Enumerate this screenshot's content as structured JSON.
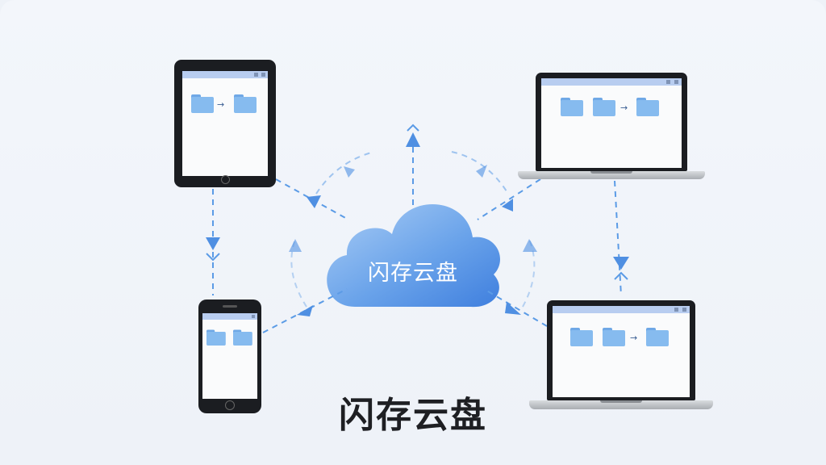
{
  "cloud": {
    "label": "闪存云盘"
  },
  "caption": "闪存云盘",
  "devices": [
    {
      "id": "tablet",
      "type": "tablet",
      "folders": 2,
      "transfer_arrows": 1
    },
    {
      "id": "phone",
      "type": "smartphone",
      "folders": 2,
      "transfer_arrows": 0
    },
    {
      "id": "laptop-top",
      "type": "laptop",
      "folders": 3,
      "transfer_arrows": 1
    },
    {
      "id": "laptop-bottom",
      "type": "laptop",
      "folders": 3,
      "transfer_arrows": 1
    }
  ],
  "icons": {
    "folder": "folder-icon",
    "transfer": "right-arrow-icon",
    "sync": "dashed-arrow-icon",
    "cloud": "cloud-icon"
  },
  "colors": {
    "background": "#eef2f8",
    "cloud_light": "#aacdf5",
    "cloud_dark": "#4a86e0",
    "link": "#5b9be6",
    "folder": "#86bbef",
    "device_body": "#1b1d21",
    "caption": "#1e1f23"
  }
}
